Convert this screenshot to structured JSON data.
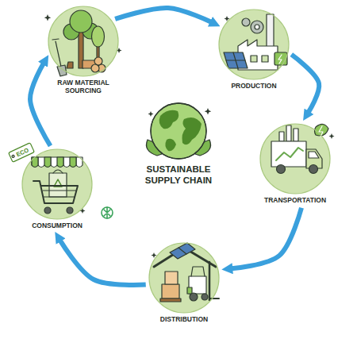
{
  "diagram": {
    "title": "SUSTAINABLE SUPPLY CHAIN",
    "nodes": [
      {
        "text": [
          "RAW MATERIAL SOURCING"
        ]
      },
      {
        "text": [
          "PRODUCTION"
        ]
      },
      {
        "text": [
          "TRANSPORTATION"
        ]
      },
      {
        "text": [
          "DISTRIBUTION"
        ]
      },
      {
        "text": [
          "CONSUMPTION"
        ]
      }
    ],
    "edges": [
      {
        "from": 0,
        "to": 1,
        "arrow": "to"
      },
      {
        "from": 1,
        "to": 2,
        "arrow": "to"
      },
      {
        "from": 2,
        "to": 3,
        "arrow": "to"
      },
      {
        "from": 3,
        "to": 4,
        "arrow": "to"
      },
      {
        "from": 4,
        "to": 0,
        "arrow": "to"
      }
    ],
    "labels": [
      "ECO"
    ]
  }
}
